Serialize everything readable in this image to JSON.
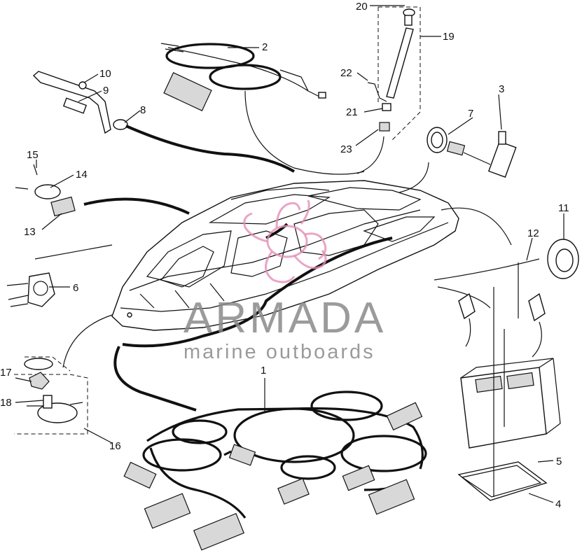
{
  "callouts": [
    "1",
    "2",
    "3",
    "4",
    "5",
    "6",
    "7",
    "8",
    "9",
    "10",
    "11",
    "12",
    "13",
    "14",
    "15",
    "16",
    "17",
    "18",
    "19",
    "20",
    "21",
    "22",
    "23"
  ],
  "watermark": {
    "brand": "ARMADA",
    "tagline": "marine outboards"
  },
  "colors": {
    "line": "#111111",
    "watermark_text": "#8a8a8a",
    "watermark_logo": "#e58fb8"
  }
}
